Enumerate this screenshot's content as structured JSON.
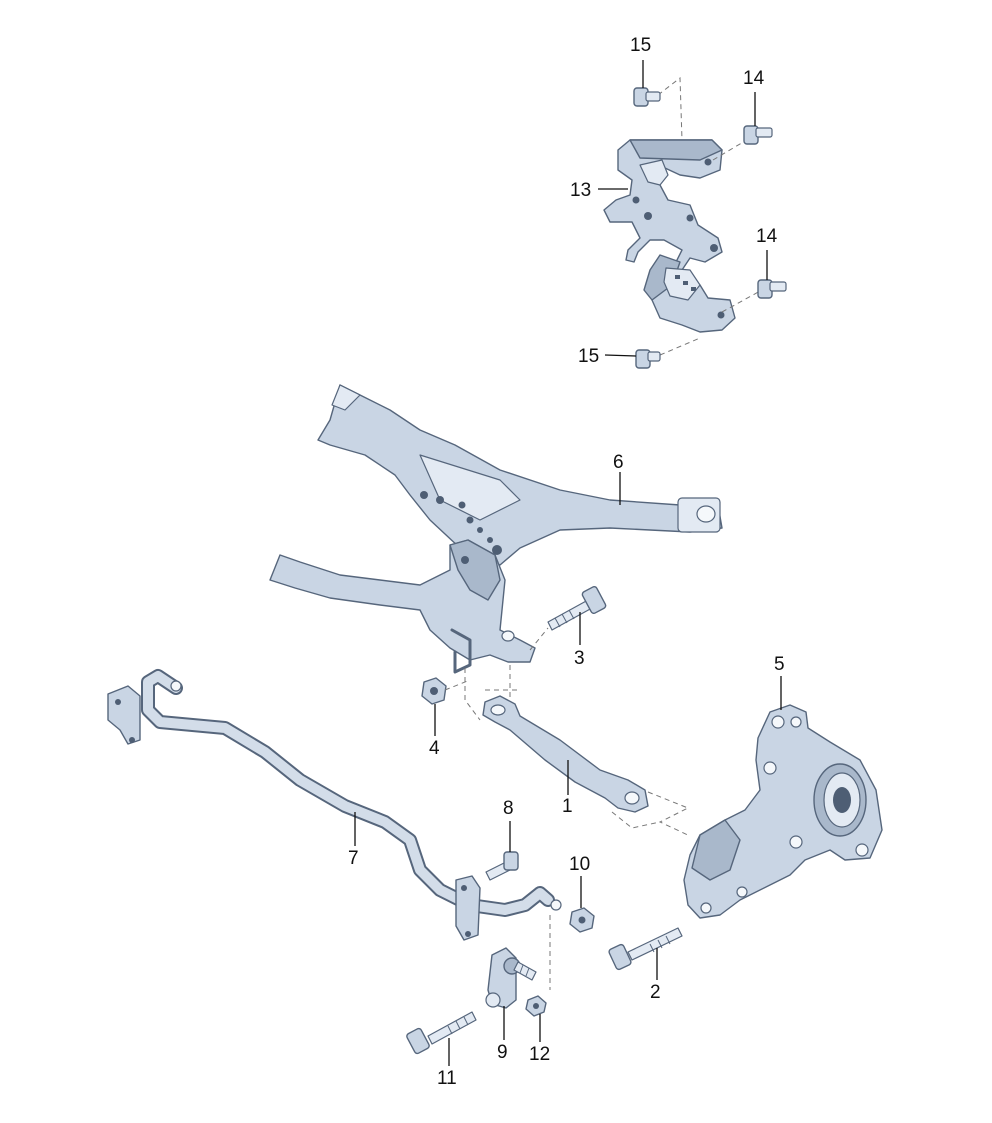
{
  "diagram": {
    "background_color": "#ffffff",
    "part_color": "#c9d5e4",
    "outline_color": "#56667c",
    "callouts": [
      {
        "id": "c15a",
        "label": "15",
        "part": "bolt"
      },
      {
        "id": "c14a",
        "label": "14",
        "part": "bolt"
      },
      {
        "id": "c13",
        "label": "13",
        "part": "bracket"
      },
      {
        "id": "c14b",
        "label": "14",
        "part": "bolt"
      },
      {
        "id": "c15b",
        "label": "15",
        "part": "bolt"
      },
      {
        "id": "c6",
        "label": "6",
        "part": "subframe"
      },
      {
        "id": "c3",
        "label": "3",
        "part": "bolt"
      },
      {
        "id": "c4",
        "label": "4",
        "part": "nut"
      },
      {
        "id": "c5",
        "label": "5",
        "part": "wheel-bearing-housing"
      },
      {
        "id": "c1",
        "label": "1",
        "part": "link"
      },
      {
        "id": "c8",
        "label": "8",
        "part": "bolt"
      },
      {
        "id": "c7",
        "label": "7",
        "part": "anti-roll-bar"
      },
      {
        "id": "c10",
        "label": "10",
        "part": "nut"
      },
      {
        "id": "c2",
        "label": "2",
        "part": "bolt"
      },
      {
        "id": "c9",
        "label": "9",
        "part": "coupling-rod"
      },
      {
        "id": "c12",
        "label": "12",
        "part": "nut"
      },
      {
        "id": "c11",
        "label": "11",
        "part": "bolt"
      }
    ]
  }
}
